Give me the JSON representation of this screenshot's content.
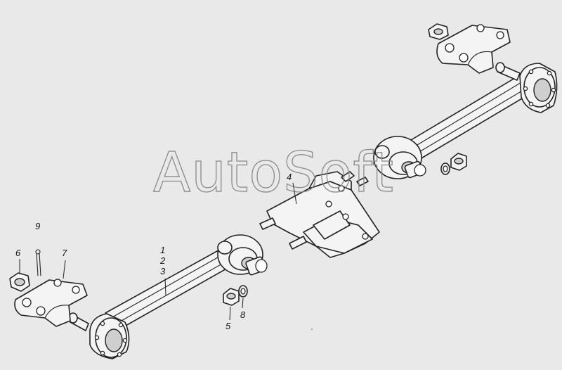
{
  "watermark": "AutoSoft",
  "callouts": {
    "c1": "1",
    "c2": "2",
    "c3": "3",
    "c4": "4",
    "c5": "5",
    "c6": "6",
    "c7": "7",
    "c8": "8",
    "c9": "9"
  },
  "colors": {
    "background": "#e9e9e9",
    "line": "#222222",
    "watermark": "#8a8a8a"
  }
}
